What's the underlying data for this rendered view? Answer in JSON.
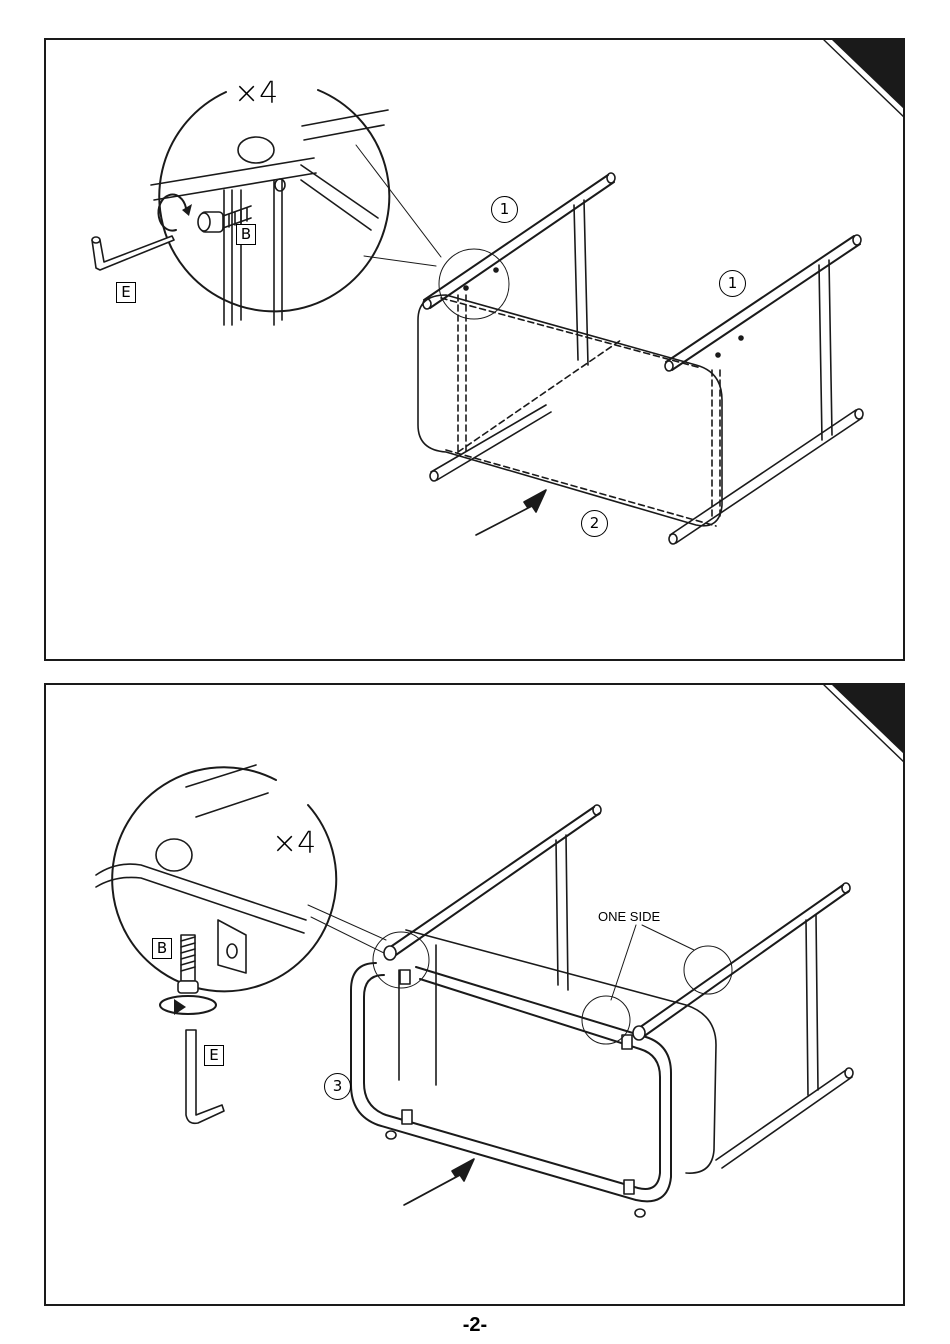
{
  "step1": {
    "quantity": "×4",
    "part_bolt": "B",
    "part_wrench": "E",
    "callouts": [
      "1",
      "1",
      "2"
    ]
  },
  "step2": {
    "quantity": "×4",
    "part_bolt": "B",
    "part_wrench": "E",
    "callouts": [
      "3"
    ],
    "note": "ONE SIDE"
  },
  "footer": {
    "page_number": "-2-"
  },
  "colors": {
    "line": "#1a1a1a",
    "corner_tab": "#1a1a1a",
    "fill": "#ffffff"
  }
}
